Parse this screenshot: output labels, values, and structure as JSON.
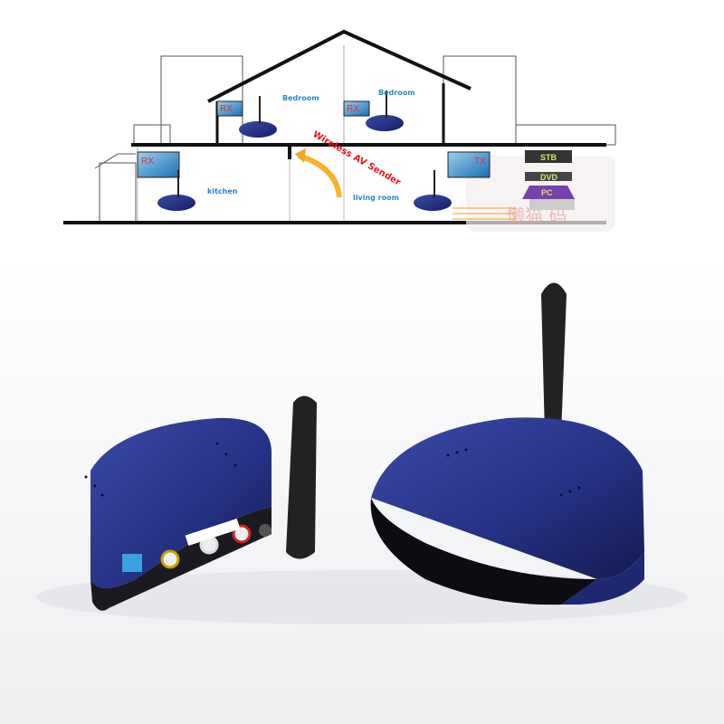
{
  "diagram": {
    "rooms": {
      "bedroom_left": "Bedroom",
      "bedroom_right": "Bedroom",
      "kitchen": "kitchen",
      "living_room": "living room"
    },
    "tv_tags": {
      "rx1": "RX",
      "rx2": "RX",
      "rx3": "RX",
      "tx": "TX"
    },
    "sources": [
      "STB",
      "DVD",
      "PC"
    ],
    "arrow_label": "Wireless AV Sender",
    "watermark": "懒猫 码"
  },
  "colors": {
    "device_blue": "#2a3a8c",
    "label_blue": "#2a86c8",
    "arrow": "#f5a623",
    "sender_text": "#e8141e"
  }
}
